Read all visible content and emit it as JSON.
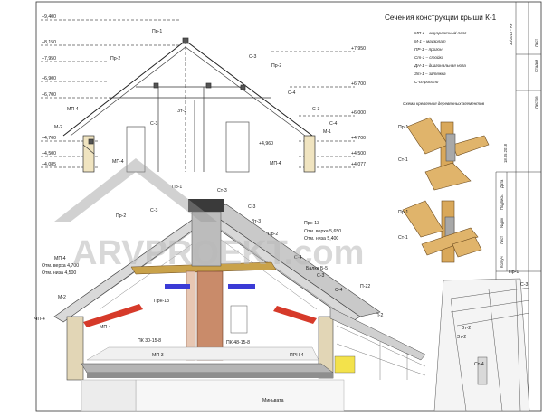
{
  "title": "Сечения конструкции крыши К-1",
  "legend": [
    "МП-1 – мауэрлатный пояс",
    "М-1 – мауэрлат",
    "ПР-1 – прогон",
    "Ст-1 – стойка",
    "ДН-1 – диагональная нога",
    "Зт-1 – затяжка",
    "С-стропило"
  ],
  "detail_title": "Схема крепления деревянных элементов",
  "detail_labels": [
    "Пр-1",
    "Ст-1",
    "Пр-1",
    "Ст-1"
  ],
  "levels_left": [
    "+9,400",
    "+8,150",
    "+7,950",
    "+6,900",
    "+6,700",
    "+4,700",
    "+4,500",
    "+4,085"
  ],
  "levels_right": [
    "+7,950",
    "+6,700",
    "+6,000",
    "+4,960",
    "+4,700",
    "+4,500",
    "+4,077"
  ],
  "top_labels": [
    "Пр-1",
    "С-3",
    "Пр-2",
    "Пр-2",
    "С-4",
    "МП-4",
    "Зт-3",
    "М-2",
    "С-3",
    "МП-4",
    "С-3",
    "С-4",
    "М-1",
    "МП-4"
  ],
  "section_labels": [
    "Ст-3",
    "С-3",
    "Пр-2",
    "Пр-1",
    "С-3",
    "Зт-3",
    "Пр-2",
    "Прн-13",
    "Отм. верха 5,650",
    "Отм. низа 5,400",
    "С-4",
    "МП-4",
    "Отм. верха 4,700",
    "Отм. низа 4,500",
    "Балка Б-5",
    "С-3",
    "М-2",
    "ЧП-4",
    "Прн-13",
    "МП-4",
    "ПК 30-15-8",
    "ПК 48-15-8",
    "МП-3",
    "ПРН-4",
    "С-4",
    "П-22",
    "П-2",
    "Миньвата"
  ],
  "right_detail_labels": [
    "Пр-1",
    "С-3",
    "Зт-2",
    "Зт-2",
    "Ст-4"
  ],
  "stamp_lines": [
    "30/2018 - АР",
    "Стадия",
    "Лист",
    "Листов",
    "Кол.уч",
    "Лист",
    "№док",
    "Подпись",
    "Дата"
  ],
  "stamp_date": "18.05.2018",
  "watermark": "ARVPROEKT.com"
}
